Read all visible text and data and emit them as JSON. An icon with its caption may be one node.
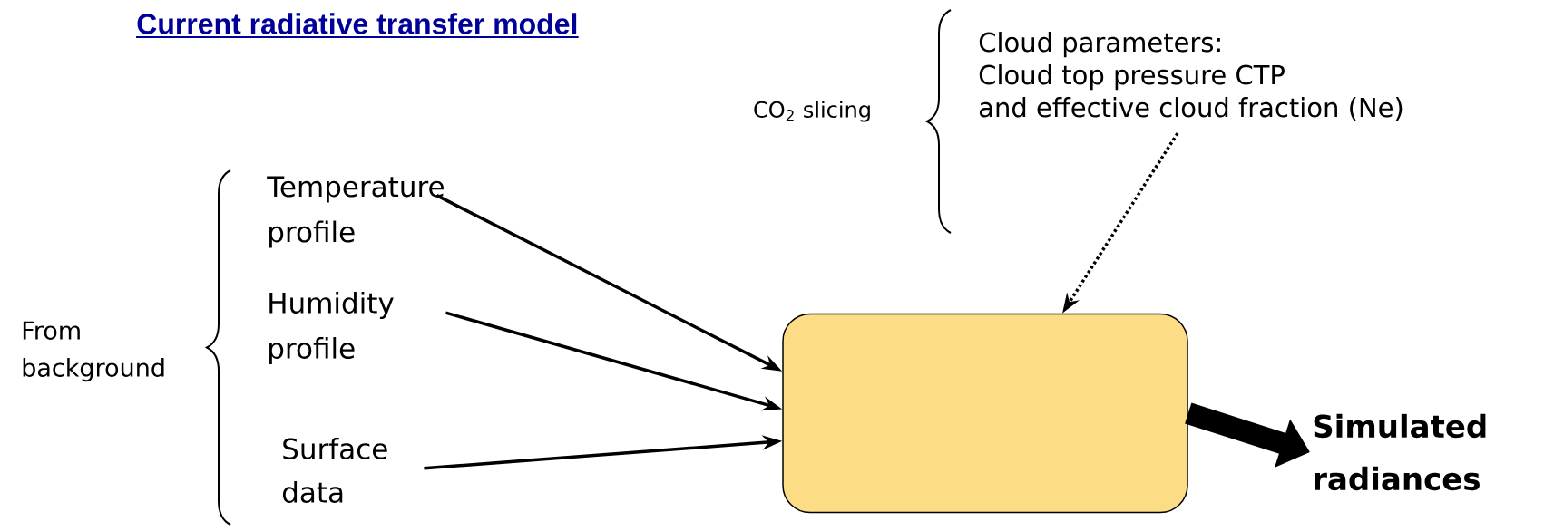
{
  "diagram": {
    "title": "Current radiative transfer model",
    "nodes": [
      {
        "text": [
          "Temperature profile"
        ]
      },
      {
        "text": [
          "Humidity profile"
        ]
      },
      {
        "text": [
          "Surface data"
        ]
      },
      {
        "text": [],
        "shape": "box"
      },
      {
        "text": [
          "Simulated radiances"
        ]
      },
      {
        "text": [
          "Cloud parameters:",
          "Cloud top pressure CTP and effective cloud fraction (Ne)"
        ]
      }
    ],
    "edges": [
      {
        "from": 0,
        "to": 3,
        "arrow": "to"
      },
      {
        "from": 1,
        "to": 3,
        "arrow": "to"
      },
      {
        "from": 2,
        "to": 3,
        "arrow": "to"
      },
      {
        "from": 5,
        "to": 3,
        "arrow": "to",
        "style": "dashed"
      },
      {
        "from": 3,
        "to": 4,
        "arrow": "to",
        "style": "thick"
      }
    ],
    "labels": [
      "CO$_{2}$ slicing",
      "From background"
    ]
  }
}
